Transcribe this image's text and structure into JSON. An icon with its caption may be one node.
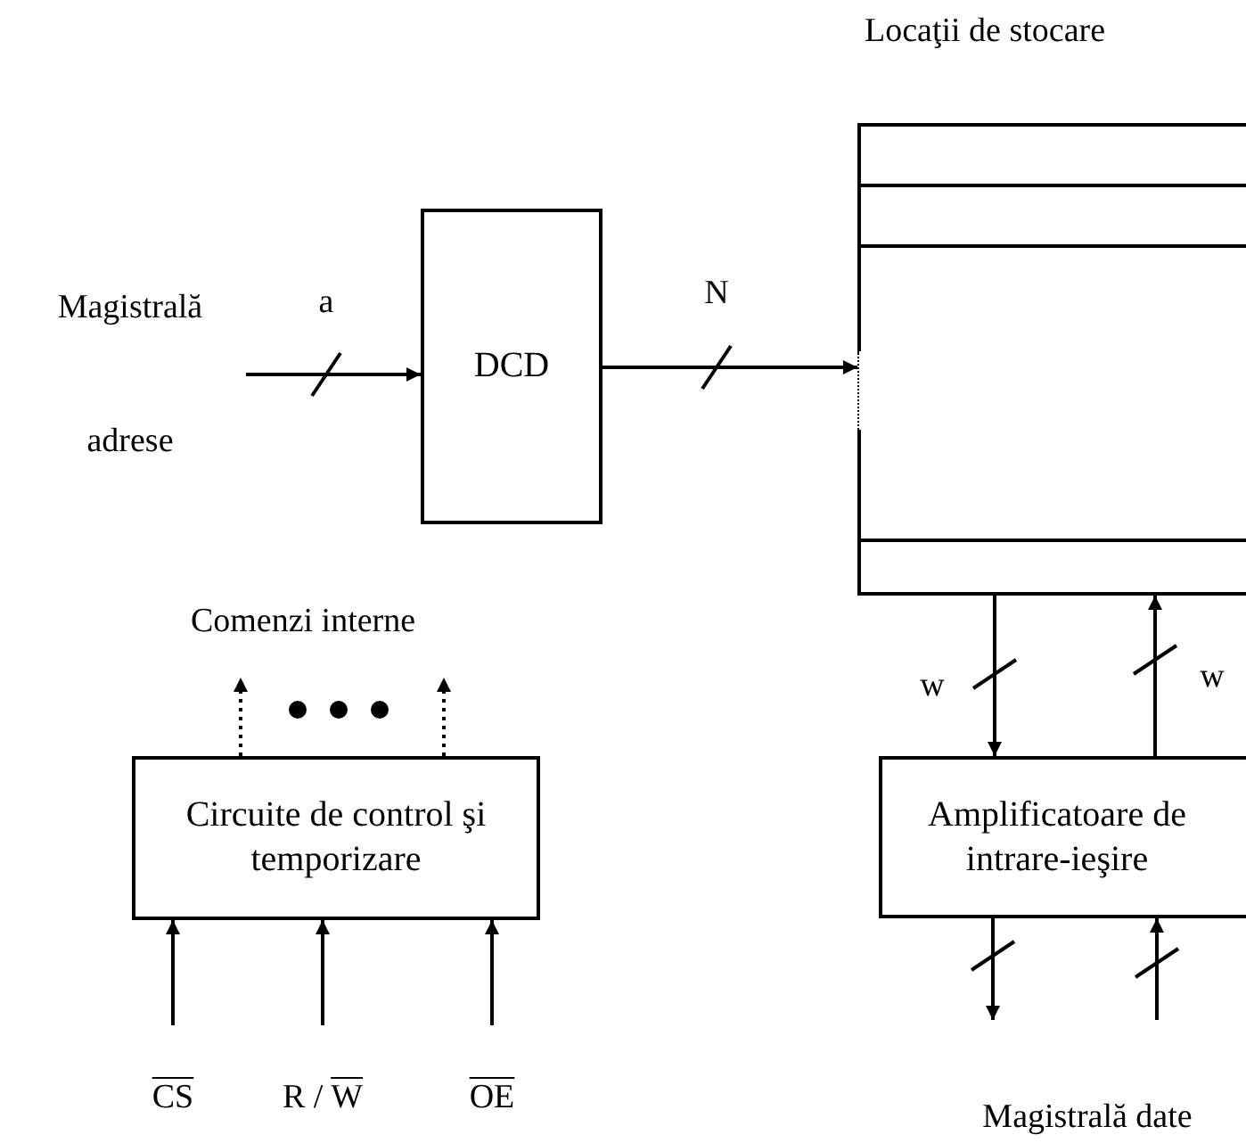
{
  "diagram": {
    "nodes": [
      {
        "text": [
          "Magistrală adrese"
        ]
      },
      {
        "text": [
          "DCD"
        ]
      },
      {
        "text": [
          "Locaţii de stocare"
        ]
      },
      {
        "text": [
          "Amplificatoare de intrare-ieşire"
        ]
      },
      {
        "text": [
          "Circuite de control şi temporizare"
        ]
      },
      {
        "text": [
          "CS"
        ]
      },
      {
        "text": [
          "R / W"
        ]
      },
      {
        "text": [
          "OE"
        ]
      },
      {
        "text": [
          "Comenzi interne"
        ]
      },
      {
        "text": [
          "Magistrală date"
        ]
      }
    ],
    "edges": [
      {
        "from": 0,
        "to": 1,
        "arrow": "to",
        "label": "a"
      },
      {
        "from": 1,
        "to": 2,
        "arrow": "to",
        "label": "N"
      },
      {
        "from": 2,
        "to": 3,
        "arrow": "to",
        "label": "w"
      },
      {
        "from": 3,
        "to": 2,
        "arrow": "to",
        "label": "w"
      },
      {
        "from": 4,
        "to": 8,
        "arrow": "to",
        "style": "dashed"
      },
      {
        "from": 4,
        "to": 8,
        "arrow": "to",
        "style": "dashed"
      },
      {
        "from": 5,
        "to": 4,
        "arrow": "to"
      },
      {
        "from": 6,
        "to": 4,
        "arrow": "to"
      },
      {
        "from": 7,
        "to": 4,
        "arrow": "to"
      },
      {
        "from": 3,
        "to": 9,
        "arrow": "to"
      },
      {
        "from": 9,
        "to": 3,
        "arrow": "to"
      }
    ]
  }
}
